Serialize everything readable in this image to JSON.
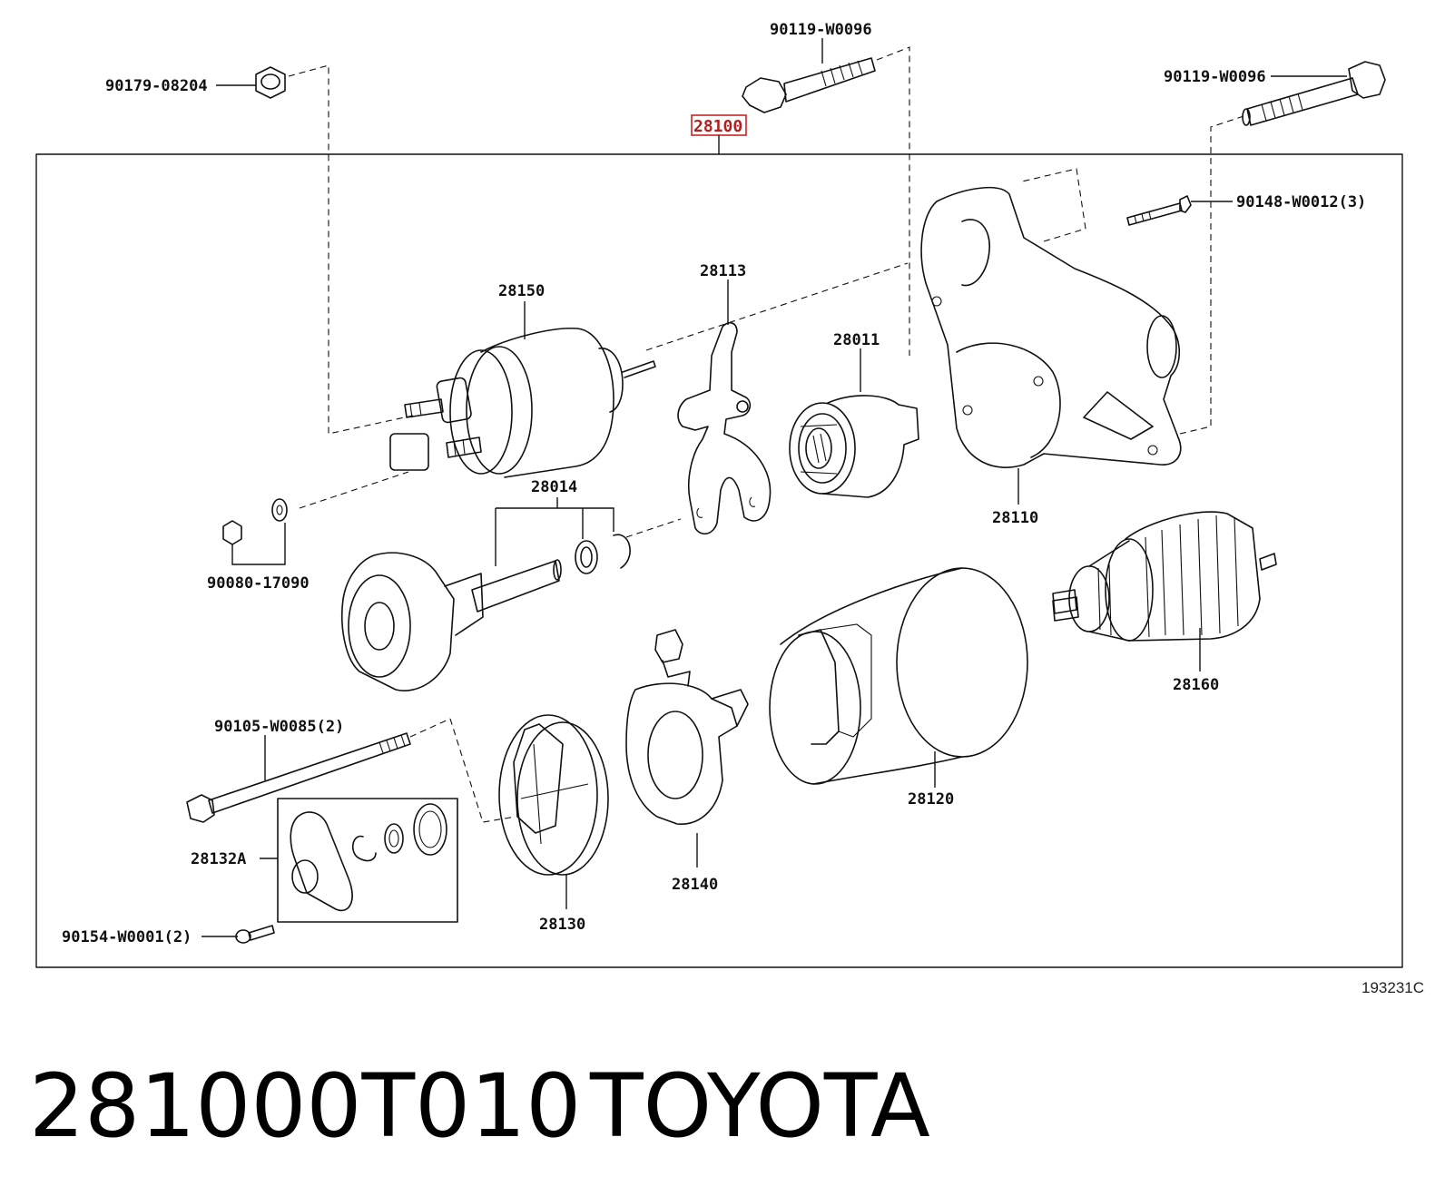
{
  "diagram": {
    "assembly_part_number": "28100",
    "figure_code": "193231C",
    "labels": {
      "p90179_08204": "90179-08204",
      "p90119_w0096_a": "90119-W0096",
      "p90119_w0096_b": "90119-W0096",
      "p90148_w0012": "90148-W0012(3)",
      "p28150": "28150",
      "p28113": "28113",
      "p28011": "28011",
      "p28110": "28110",
      "p28014": "28014",
      "p90080_17090": "90080-17090",
      "p28160": "28160",
      "p90105_w0085": "90105-W0085(2)",
      "p28120": "28120",
      "p28132a": "28132A",
      "p28140": "28140",
      "p28130": "28130",
      "p90154_w0001": "90154-W0001(2)"
    }
  },
  "footer": {
    "part_number": "281000T010",
    "brand": "TOYOTA"
  },
  "colors": {
    "highlight": "#cc2222",
    "ink": "#111111"
  }
}
